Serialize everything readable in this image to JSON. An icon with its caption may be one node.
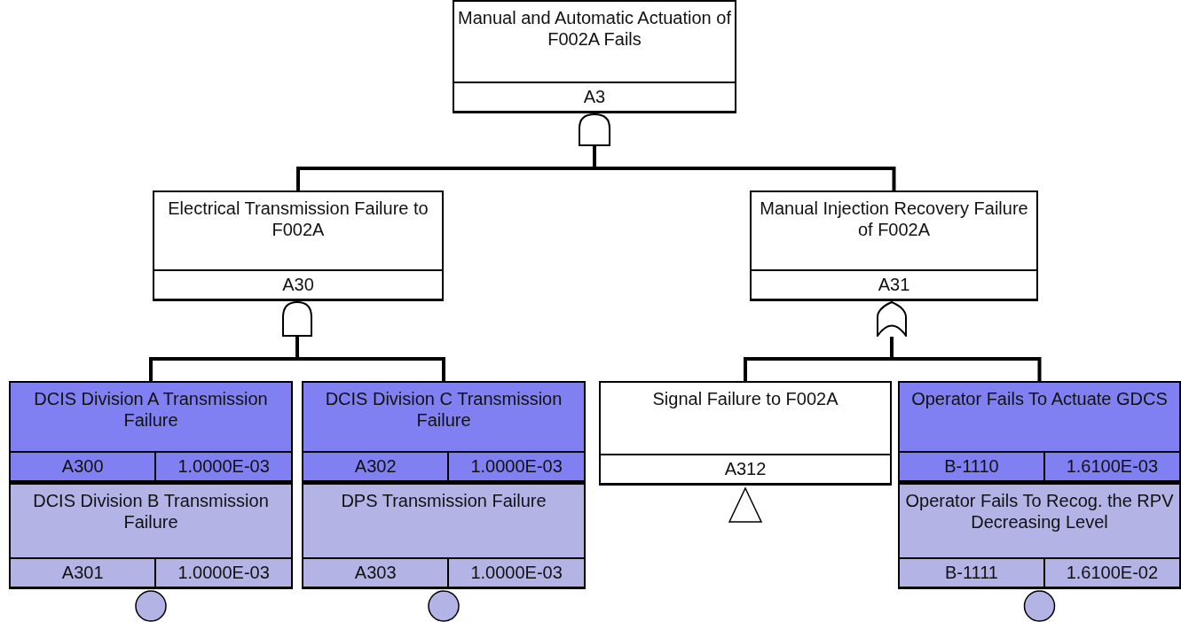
{
  "diagram": {
    "nodes": [
      {
        "text": [
          "Manual and Automatic Actuation of F002A Fails",
          "A3"
        ]
      },
      {
        "text": [],
        "shape": "and-gate"
      },
      {
        "text": [
          "Electrical Transmission Failure to F002A",
          "A30"
        ]
      },
      {
        "text": [
          "Manual Injection Recovery Failure of F002A",
          "A31"
        ]
      },
      {
        "text": [],
        "shape": "and-gate"
      },
      {
        "text": [],
        "shape": "or-gate"
      },
      {
        "text": [
          "DCIS Division A Transmission Failure",
          "A300",
          "1.0000E-03"
        ]
      },
      {
        "text": [
          "DCIS Division C Transmission Failure",
          "A302",
          "1.0000E-03"
        ]
      },
      {
        "text": [
          "Signal Failure to F002A",
          "A312"
        ]
      },
      {
        "text": [
          "Operator Fails To Actuate GDCS",
          "B-1110",
          "1.6100E-03"
        ]
      },
      {
        "text": [
          "DCIS Division B Transmission Failure",
          "A301",
          "1.0000E-03"
        ]
      },
      {
        "text": [
          "DPS Transmission Failure",
          "A303",
          "1.0000E-03"
        ]
      },
      {
        "text": [
          "Operator Fails To Recog. the RPV Decreasing Level",
          "B-1111",
          "1.6100E-02"
        ]
      }
    ],
    "edges": [
      {
        "from": 1,
        "to": 2,
        "arrow": "none"
      },
      {
        "from": 1,
        "to": 3,
        "arrow": "none"
      },
      {
        "from": 4,
        "to": 6,
        "arrow": "none"
      },
      {
        "from": 4,
        "to": 7,
        "arrow": "none"
      },
      {
        "from": 5,
        "to": 8,
        "arrow": "none"
      },
      {
        "from": 5,
        "to": 9,
        "arrow": "none"
      }
    ]
  }
}
